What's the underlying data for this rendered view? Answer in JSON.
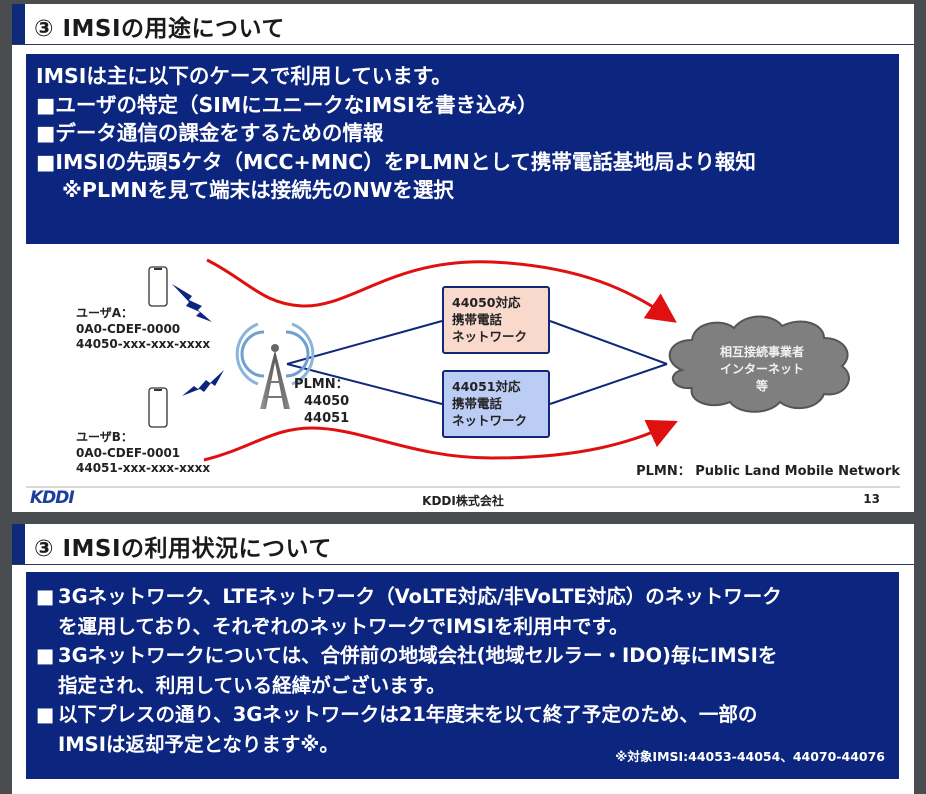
{
  "slide1": {
    "title": "③  IMSIの用途について",
    "intro": "IMSIは主に以下のケースで利用しています。",
    "bullets": [
      "■ユーザの特定（SIMにユニークなIMSIを書き込み）",
      "■データ通信の課金をするための情報",
      "■IMSIの先頭5ケタ（MCC+MNC）をPLMNとして携帯電話基地局より報知"
    ],
    "subnote": "※PLMNを見て端末は接続先のNWを選択",
    "diagram": {
      "user_a": {
        "label": "ユーザA：",
        "id": "0A0-CDEF-0000",
        "imsi": "44050-xxx-xxx-xxxx"
      },
      "user_b": {
        "label": "ユーザB：",
        "id": "0A0-CDEF-0001",
        "imsi": "44051-xxx-xxx-xxxx"
      },
      "plmn": {
        "label": "PLMN：",
        "values": [
          "44050",
          "44051"
        ]
      },
      "network_a": {
        "lines": [
          "44050対応",
          "携帯電話",
          "ネットワーク"
        ],
        "fill": "#f8d9cc"
      },
      "network_b": {
        "lines": [
          "44051対応",
          "携帯電話",
          "ネットワーク"
        ],
        "fill": "#bccdf5"
      },
      "cloud": {
        "lines": [
          "相互接続事業者",
          "インターネット",
          "等"
        ]
      },
      "legend": "PLMN： Public Land Mobile Network",
      "colors": {
        "flow_arrow": "#e01010",
        "link_line": "#10287a",
        "signal": "#0c2680",
        "cloud": "#7f7f7f"
      }
    },
    "footer": {
      "logo": "KDDI",
      "company": "KDDI株式会社",
      "page": "13"
    }
  },
  "slide2": {
    "title": "③  IMSIの利用状況について",
    "bullets": [
      {
        "marker": "■",
        "lines": [
          "3Gネットワーク、LTEネットワーク（VoLTE対応/非VoLTE対応）のネットワーク",
          "を運用しており、それぞれのネットワークでIMSIを利用中です。"
        ]
      },
      {
        "marker": "■",
        "lines": [
          "3Gネットワークについては、合併前の地域会社(地域セルラー・IDO)毎にIMSIを",
          "指定され、利用している経緯がございます。"
        ]
      },
      {
        "marker": "■",
        "lines": [
          "以下プレスの通り、3Gネットワークは21年度末を以て終了予定のため、一部の",
          "IMSIは返却予定となります※。"
        ]
      }
    ],
    "footnote": "※対象IMSI:44053-44054、44070-44076"
  },
  "theme": {
    "navy": "#0c2680",
    "accent": "#0f2a7a",
    "background": "#4a4d50"
  }
}
